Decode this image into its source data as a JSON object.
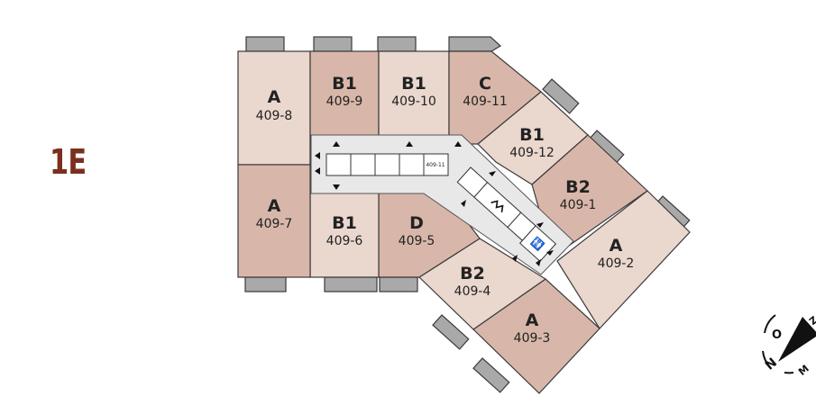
{
  "floor_label": "1E",
  "corridor_label": "409-11",
  "units": [
    {
      "type": "A",
      "number": "409-8",
      "shade": "light"
    },
    {
      "type": "B1",
      "number": "409-9",
      "shade": "dark"
    },
    {
      "type": "B1",
      "number": "409-10",
      "shade": "light"
    },
    {
      "type": "C",
      "number": "409-11",
      "shade": "dark"
    },
    {
      "type": "B1",
      "number": "409-12",
      "shade": "light"
    },
    {
      "type": "B2",
      "number": "409-1",
      "shade": "dark"
    },
    {
      "type": "A",
      "number": "409-2",
      "shade": "light"
    },
    {
      "type": "A",
      "number": "409-3",
      "shade": "dark"
    },
    {
      "type": "B2",
      "number": "409-4",
      "shade": "light"
    },
    {
      "type": "D",
      "number": "409-5",
      "shade": "dark"
    },
    {
      "type": "B1",
      "number": "409-6",
      "shade": "light"
    },
    {
      "type": "A",
      "number": "409-7",
      "shade": "dark"
    }
  ],
  "colors": {
    "light": "#ead7ce",
    "dark": "#d8b7aa",
    "balcony": "#a9a9a9",
    "title": "#7b2f1f"
  },
  "compass": {
    "letters": [
      "N",
      "O",
      "Z",
      "M"
    ]
  }
}
